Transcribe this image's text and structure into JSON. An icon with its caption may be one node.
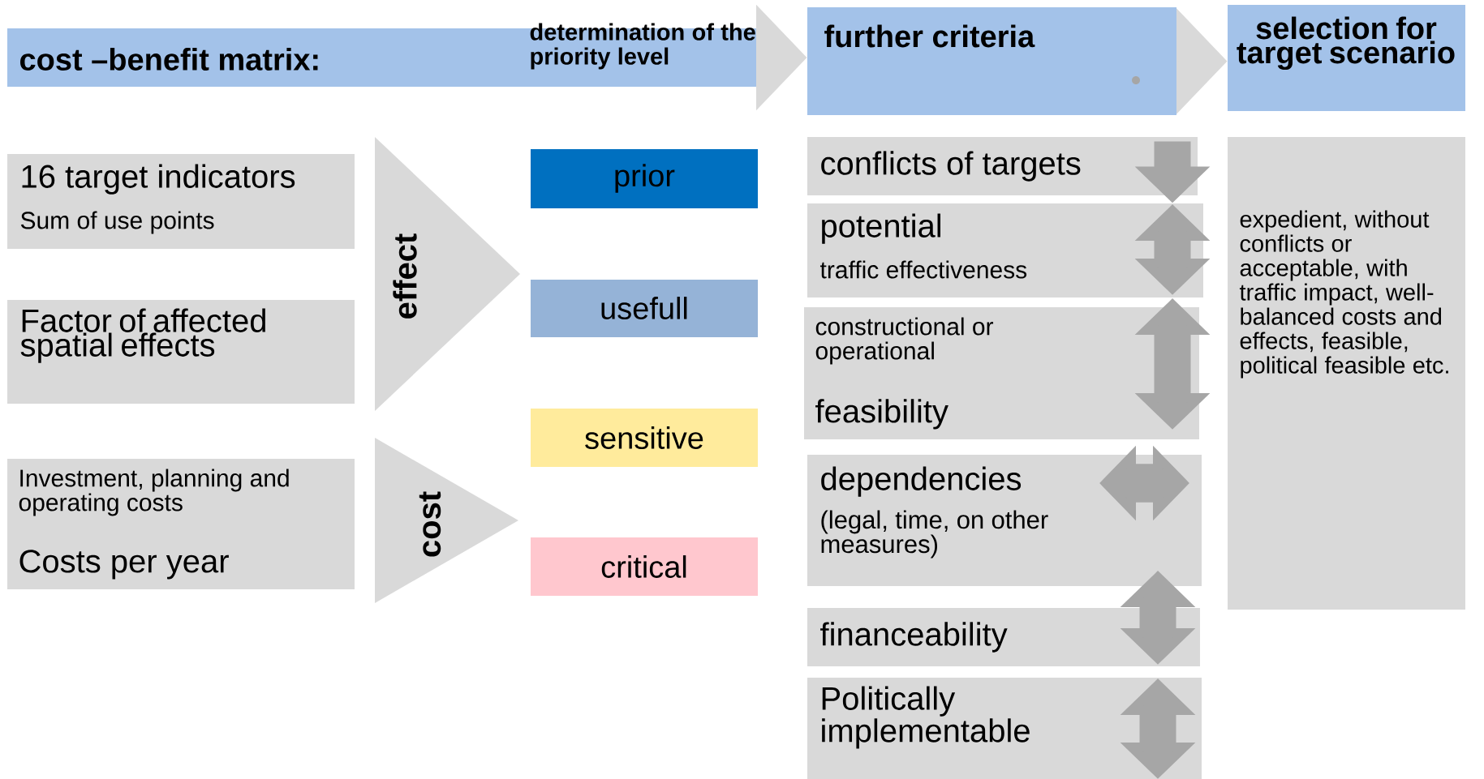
{
  "diagram": {
    "nodes": [
      {
        "text": [
          "cost –benefit matrix:",
          "determination of the priority level"
        ]
      },
      {
        "text": [
          "further criteria"
        ]
      },
      {
        "text": [
          "selection for target scenario"
        ]
      },
      {
        "text": [
          "16 target indicators",
          "Sum of use points"
        ]
      },
      {
        "text": [
          "Factor of affected spatial effects"
        ]
      },
      {
        "text": [
          "Investment, planning and operating costs",
          "Costs per year"
        ]
      },
      {
        "text": [
          "effect"
        ]
      },
      {
        "text": [
          "cost"
        ]
      },
      {
        "text": [
          "prior"
        ]
      },
      {
        "text": [
          "usefull"
        ]
      },
      {
        "text": [
          "sensitive"
        ]
      },
      {
        "text": [
          "critical"
        ]
      },
      {
        "text": [
          "conflicts of targets"
        ]
      },
      {
        "text": [
          "potential",
          "traffic effectiveness"
        ]
      },
      {
        "text": [
          "constructional or operational",
          "feasibility"
        ]
      },
      {
        "text": [
          "dependencies",
          "(legal, time, on other measures)"
        ]
      },
      {
        "text": [
          "financeability"
        ]
      },
      {
        "text": [
          "Politically implementable"
        ]
      },
      {
        "text": [
          "expedient, without conflicts or acceptable, with traffic impact, well-balanced costs and effects, feasible, political feasible etc."
        ]
      }
    ],
    "edges": [
      {
        "from": 0,
        "to": 1,
        "arrow": "to"
      },
      {
        "from": 1,
        "to": 2,
        "arrow": "to"
      },
      {
        "from": 12,
        "to": 13,
        "arrow": "to"
      }
    ]
  }
}
